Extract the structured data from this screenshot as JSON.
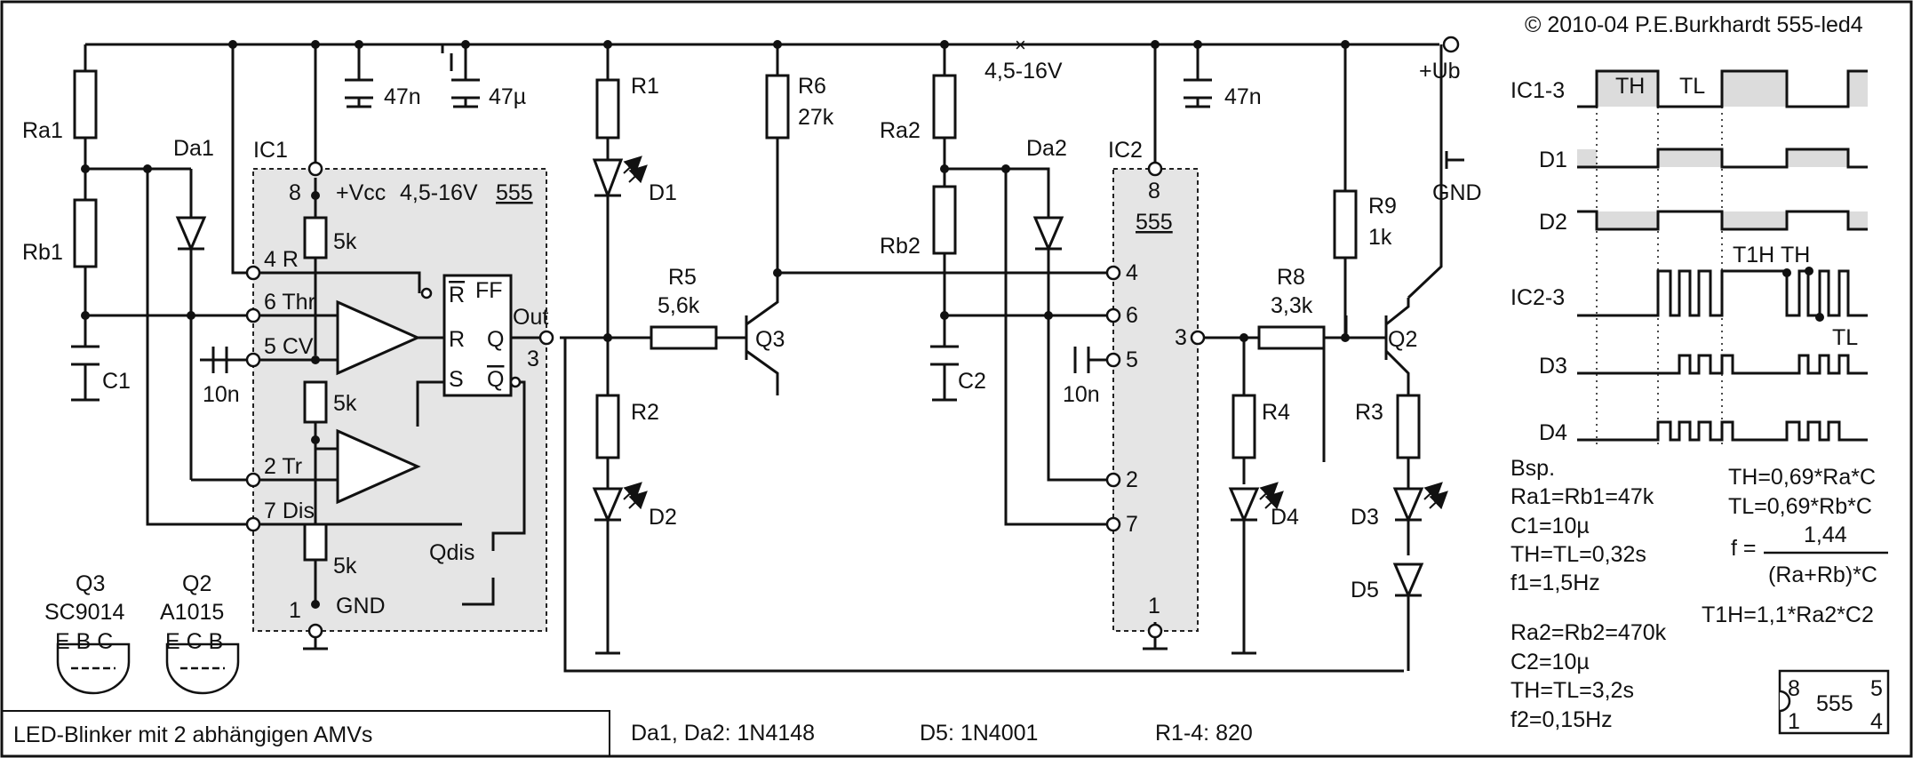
{
  "header": {
    "copyright": "© 2010-04 P.E.Burkhardt 555-led4"
  },
  "footer": {
    "title": "LED-Blinker mit 2 abhängigen AMVs",
    "diodes_a": "Da1, Da2: 1N4148",
    "diode_d5": "D5: 1N4001",
    "resistors": "R1-4: 820"
  },
  "supply": {
    "range": "4,5-16V",
    "ub": "+Ub",
    "gnd": "GND"
  },
  "ic1": {
    "name": "IC1",
    "type": "555",
    "vcc": "+Vcc",
    "vrange": "4,5-16V",
    "ff": "FF",
    "pin8": "8",
    "pin4": "4 R",
    "pin6": "6 Thr",
    "pin5": "5 CV",
    "pin2": "2 Tr",
    "pin7": "7 Dis",
    "pin1": "1",
    "pin3": "3",
    "out": "Out",
    "gnd": "GND",
    "r_int": "5k",
    "qdis": "Qdis",
    "ff_r_bar": "R",
    "ff_r": "R",
    "ff_s": "S",
    "ff_q": "Q",
    "ff_qbar": "Q"
  },
  "ic2": {
    "name": "IC2",
    "type": "555",
    "p8": "8",
    "p4": "4",
    "p6": "6",
    "p5": "5",
    "p2": "2",
    "p7": "7",
    "p1": "1",
    "p3": "3"
  },
  "parts": {
    "ra1": "Ra1",
    "rb1": "Rb1",
    "c1": "C1",
    "da1": "Da1",
    "c47n": "47n",
    "c47u": "47µ",
    "c47n2": "47n",
    "r1": "R1",
    "d1": "D1",
    "r2": "R2",
    "d2": "D2",
    "r5": "R5",
    "r5v": "5,6k",
    "r6": "R6",
    "r6v": "27k",
    "q3": "Q3",
    "ra2": "Ra2",
    "rb2": "Rb2",
    "c2": "C2",
    "da2": "Da2",
    "cv1": "10n",
    "cv2": "10n",
    "r8": "R8",
    "r8v": "3,3k",
    "r9": "R9",
    "r9v": "1k",
    "q2": "Q2",
    "r4": "R4",
    "d4": "D4",
    "r3": "R3",
    "d3": "D3",
    "d5": "D5"
  },
  "pinout": {
    "q3_name": "Q3",
    "q3_type": "SC9014",
    "q3_pins": "E B C",
    "q2_name": "Q2",
    "q2_type": "A1015",
    "q2_pins": "E C B",
    "chip": "555",
    "p8": "8",
    "p1": "1",
    "p5": "5",
    "p4": "4"
  },
  "timing": {
    "labels": [
      "IC1-3",
      "D1",
      "D2",
      "IC2-3",
      "D3",
      "D4"
    ],
    "th": "TH",
    "tl": "TL",
    "t1h": "T1H",
    "th2": "TH",
    "tl2": "TL"
  },
  "notes": {
    "bsp": "Bsp.",
    "l1": "Ra1=Rb1=47k",
    "l2": "C1=10µ",
    "l3": "TH=TL=0,32s",
    "l4": "f1=1,5Hz",
    "l5": "Ra2=Rb2=470k",
    "l6": "C2=10µ",
    "l7": "TH=TL=3,2s",
    "l8": "f2=0,15Hz"
  },
  "formulas": {
    "th": "TH=0,69*Ra*C",
    "tl": "TL=0,69*Rb*C",
    "f": "f =",
    "num": "1,44",
    "den": "(Ra+Rb)*C",
    "t1h": "T1H=1,1*Ra2*C2"
  }
}
